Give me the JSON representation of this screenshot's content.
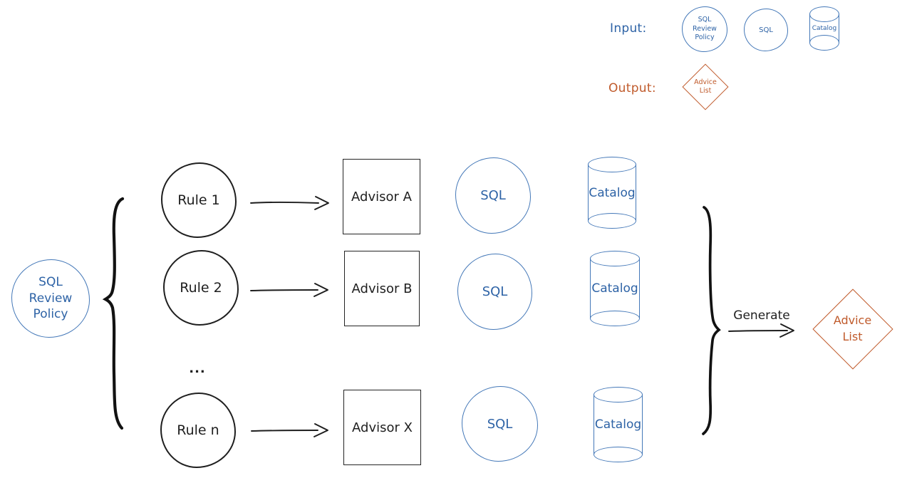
{
  "colors": {
    "blue": "#2e63a6",
    "blue_stroke": "#4478b8",
    "orange": "#c05b2c",
    "ink": "#1f1f1f"
  },
  "legend": {
    "input_label": "Input:",
    "output_label": "Output:",
    "input_items": [
      {
        "shape": "circle",
        "label": "SQL\nReview\nPolicy"
      },
      {
        "shape": "circle",
        "label": "SQL"
      },
      {
        "shape": "cylinder",
        "label": "Catalog"
      }
    ],
    "output_items": [
      {
        "shape": "diamond",
        "label": "Advice\nList"
      }
    ]
  },
  "diagram": {
    "policy": {
      "label": "SQL\nReview\nPolicy"
    },
    "rows": [
      {
        "rule": "Rule 1",
        "advisor": "Advisor A",
        "sql": "SQL",
        "catalog": "Catalog"
      },
      {
        "rule": "Rule 2",
        "advisor": "Advisor B",
        "sql": "SQL",
        "catalog": "Catalog"
      },
      {
        "rule": "Rule n",
        "advisor": "Advisor X",
        "sql": "SQL",
        "catalog": "Catalog"
      }
    ],
    "ellipsis": "...",
    "generate_label": "Generate",
    "output": {
      "label": "Advice\nList"
    }
  }
}
